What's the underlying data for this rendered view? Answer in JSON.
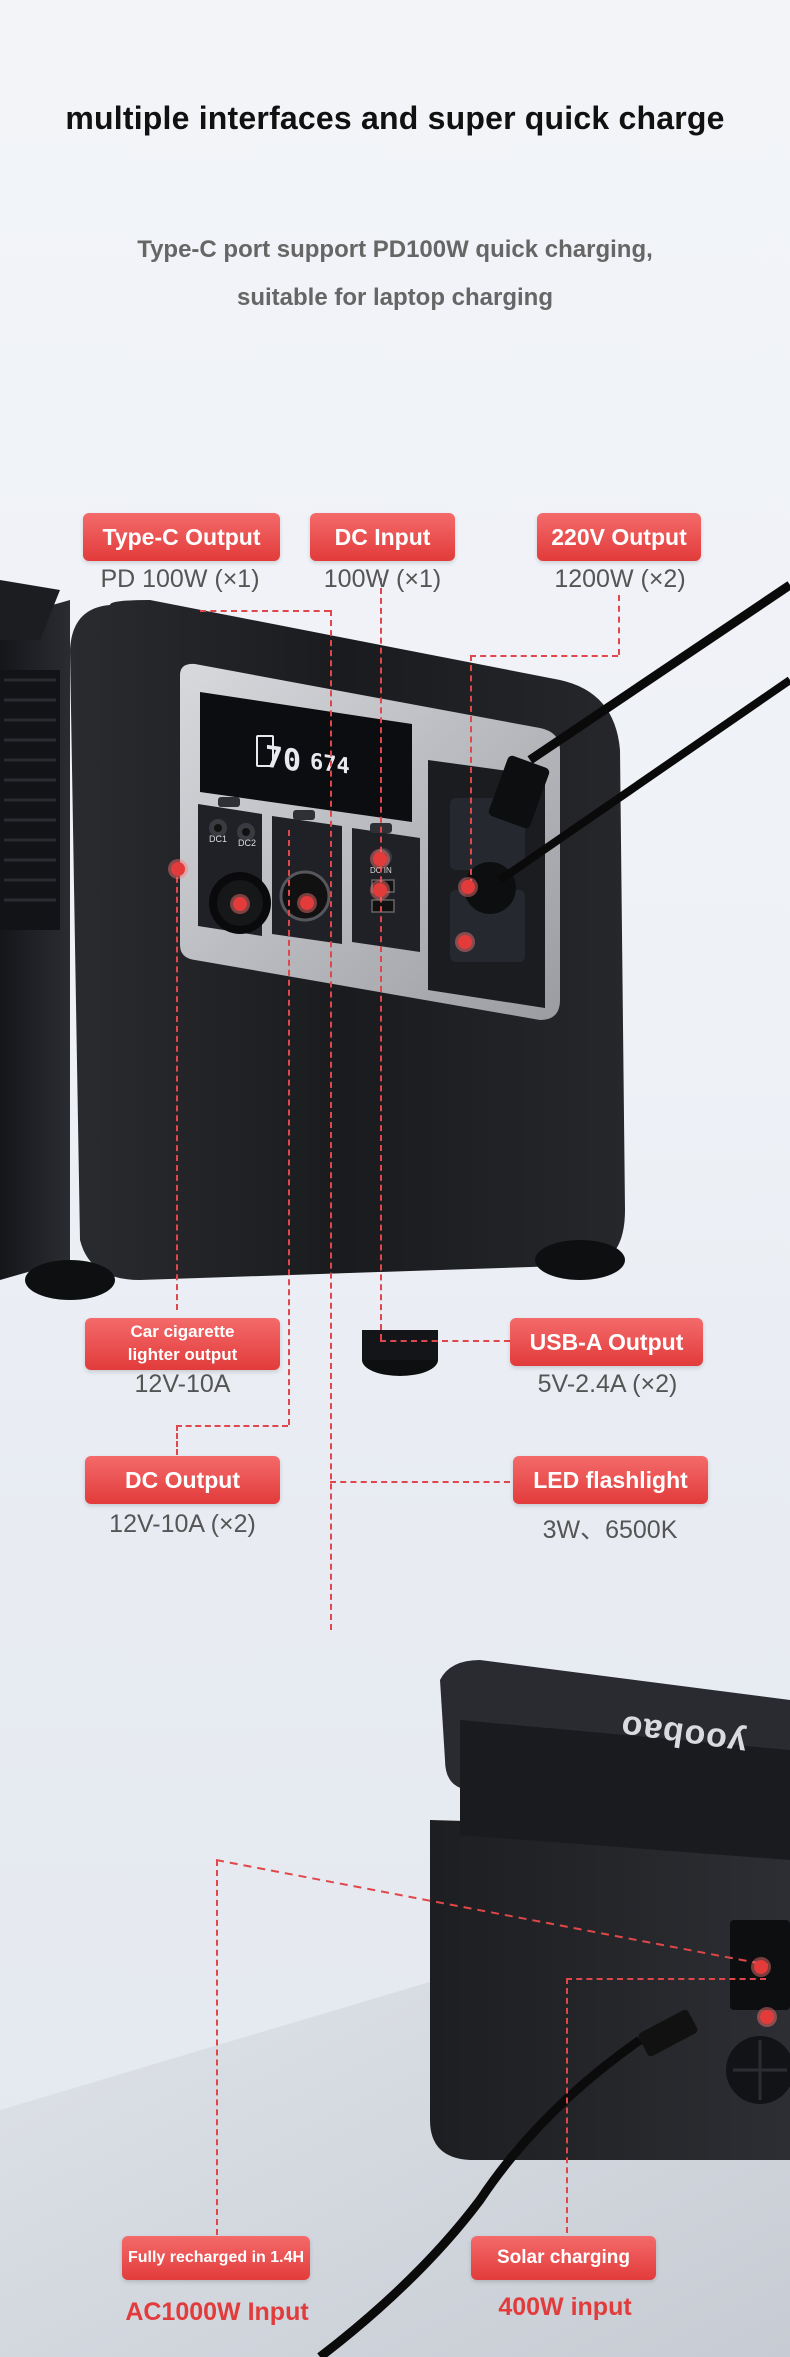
{
  "header": {
    "title": "multiple interfaces and super quick charge",
    "subtitle_line1": "Type-C port support PD100W quick charging,",
    "subtitle_line2": "suitable for laptop charging"
  },
  "device_display": {
    "reading_left": "70",
    "reading_right": "674"
  },
  "panel_labels": {
    "dc1": "DC1",
    "dc2": "DC2",
    "dc_in": "DC IN"
  },
  "brand": "yoobao",
  "callouts": {
    "typec": {
      "label": "Type-C Output",
      "spec": "PD 100W (×1)"
    },
    "dc_input": {
      "label": "DC Input",
      "spec": "100W (×1)"
    },
    "ac_output": {
      "label": "220V Output",
      "spec": "1200W (×2)"
    },
    "car_lighter": {
      "label_line1": "Car cigarette",
      "label_line2": "lighter output",
      "spec": "12V-10A"
    },
    "usb_a": {
      "label": "USB-A Output",
      "spec": "5V-2.4A (×2)"
    },
    "dc_output": {
      "label": "DC Output",
      "spec": "12V-10A (×2)"
    },
    "led": {
      "label": "LED flashlight",
      "spec": "3W、6500K"
    },
    "ac_input": {
      "label": "Fully recharged in 1.4H",
      "spec": "AC1000W Input"
    },
    "solar": {
      "label": "Solar charging",
      "spec": "400W input"
    }
  },
  "colors": {
    "accent_red": "#e23b3b",
    "device_body": "#1b1c1f",
    "background": "#eef1f6"
  }
}
